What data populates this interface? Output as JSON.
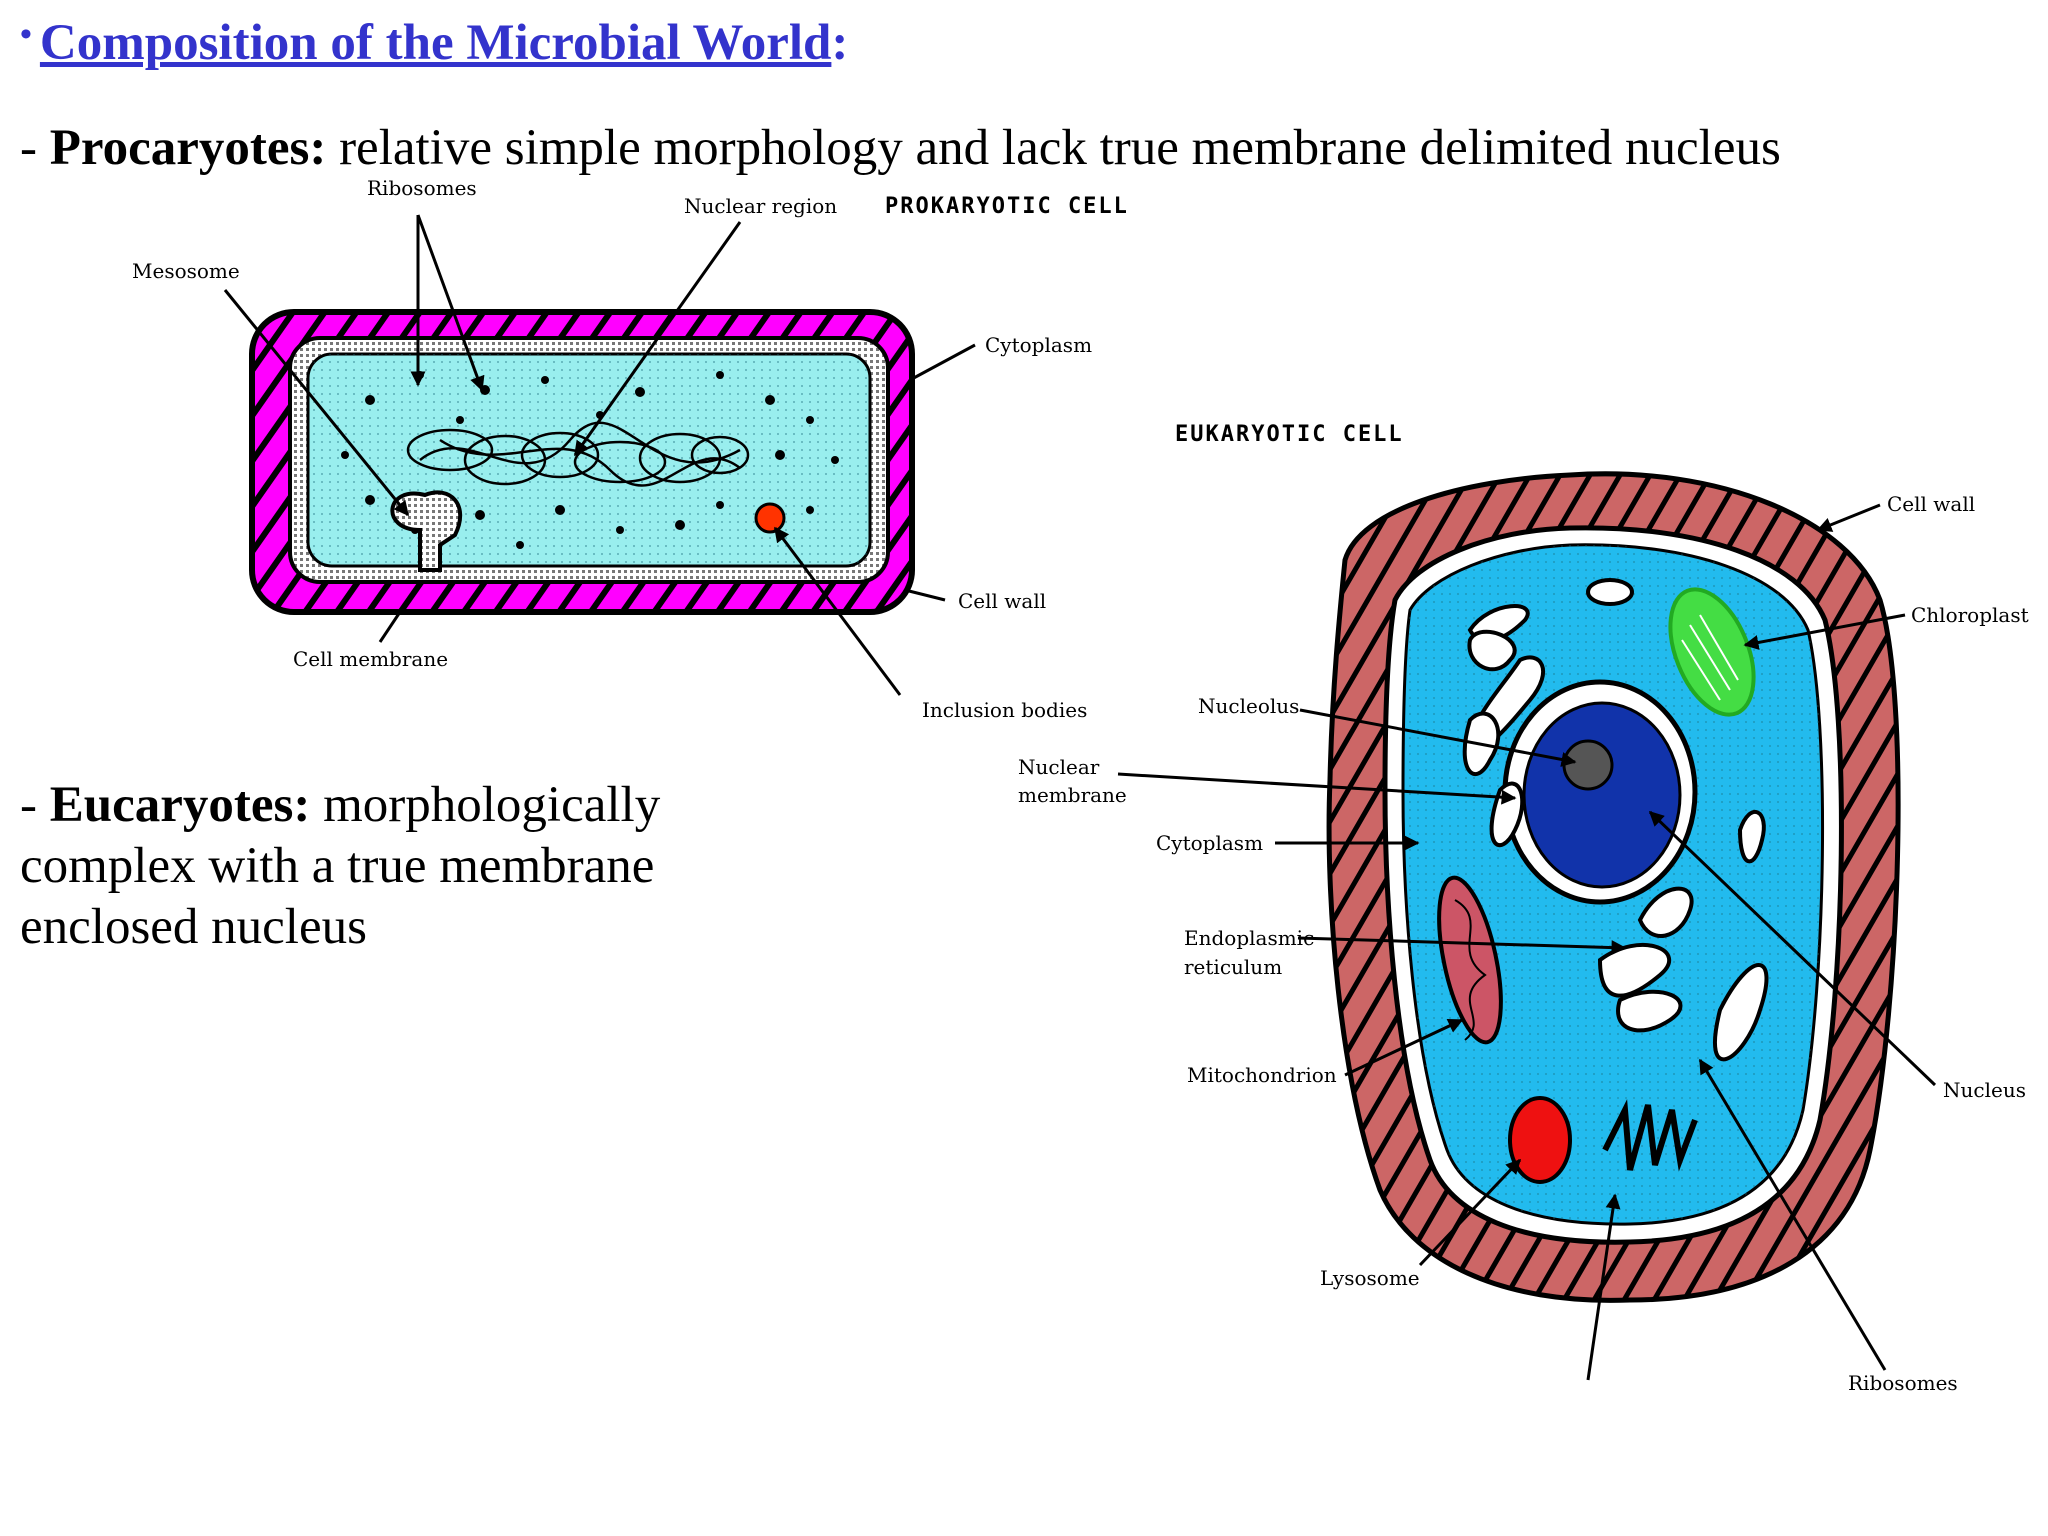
{
  "title": {
    "bullet": "•",
    "text": "Composition of the Microbial World",
    "colon": ":"
  },
  "procaryotes": {
    "dash": "- ",
    "term": "Procaryotes:",
    "text": " relative simple morphology and lack true membrane delimited nucleus"
  },
  "eucaryotes": {
    "dash": "- ",
    "term": "Eucaryotes:",
    "text": " morphologically complex with a true membrane enclosed nucleus"
  },
  "prokaryotic_cell": {
    "header": "PROKARYOTIC CELL",
    "labels": {
      "ribosomes": "Ribosomes",
      "nuclear_region": "Nuclear region",
      "mesosome": "Mesosome",
      "cytoplasm": "Cytoplasm",
      "cell_wall": "Cell wall",
      "cell_membrane": "Cell membrane",
      "inclusion_bodies": "Inclusion bodies"
    }
  },
  "eukaryotic_cell": {
    "header": "EUKARYOTIC CELL",
    "labels": {
      "cell_wall": "Cell wall",
      "chloroplast": "Chloroplast",
      "nucleolus": "Nucleolus",
      "nuclear_membrane_1": "Nuclear",
      "nuclear_membrane_2": "membrane",
      "cytoplasm": "Cytoplasm",
      "er_1": "Endoplasmic",
      "er_2": "reticulum",
      "mitochondrion": "Mitochondrion",
      "nucleus": "Nucleus",
      "lysosome": "Lysosome",
      "ribosomes": "Ribosomes"
    }
  },
  "colors": {
    "title_blue": "#3333cc",
    "prokaryote_wall": "#ff00ff",
    "cytoplasm_light": "#99eeee",
    "cytoplasm_blue": "#22bbee",
    "eukaryote_wall": "#cc6666",
    "nucleus": "#1133aa",
    "chloroplast": "#33cc33",
    "lysosome": "#ee1111",
    "mitochondrion": "#cc5566"
  }
}
